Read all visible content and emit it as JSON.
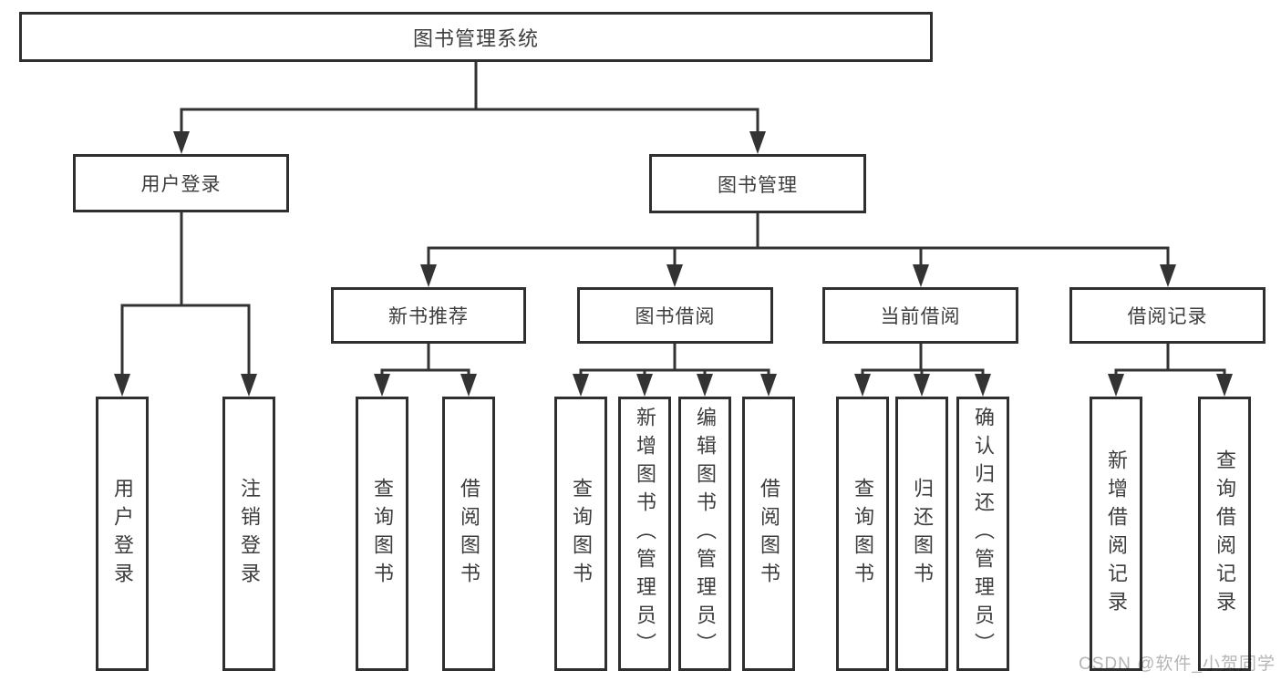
{
  "watermark": {
    "text": "CSDN @软件_小贺同学"
  },
  "colors": {
    "line": "#333333",
    "box_border": "#2f2f2f",
    "box_background": "#ffffff",
    "text": "#3d3d3d",
    "watermark": "#b5b5b5",
    "page_background": "#ffffff"
  },
  "tree": {
    "root": {
      "label": "图书管理系统"
    },
    "level2": [
      {
        "id": "user-login",
        "label": "用户登录"
      },
      {
        "id": "book-management",
        "label": "图书管理"
      }
    ],
    "level3": [
      {
        "id": "new-book-recommendation",
        "label": "新书推荐",
        "parent": "book-management"
      },
      {
        "id": "book-borrowing",
        "label": "图书借阅",
        "parent": "book-management"
      },
      {
        "id": "current-borrowing",
        "label": "当前借阅",
        "parent": "book-management"
      },
      {
        "id": "borrowing-records",
        "label": "借阅记录",
        "parent": "book-management"
      }
    ],
    "level4": [
      {
        "label": "用户登录",
        "parent": "user-login"
      },
      {
        "label": "注销登录",
        "parent": "user-login"
      },
      {
        "label": "查询图书",
        "parent": "new-book-recommendation"
      },
      {
        "label": "借阅图书",
        "parent": "new-book-recommendation"
      },
      {
        "label": "查询图书",
        "parent": "book-borrowing"
      },
      {
        "label": "新增图书（管理员）",
        "parent": "book-borrowing"
      },
      {
        "label": "编辑图书（管理员）",
        "parent": "book-borrowing"
      },
      {
        "label": "借阅图书",
        "parent": "book-borrowing"
      },
      {
        "label": "查询图书",
        "parent": "current-borrowing"
      },
      {
        "label": "归还图书",
        "parent": "current-borrowing"
      },
      {
        "label": "确认归还（管理员）",
        "parent": "current-borrowing"
      },
      {
        "label": "新增借阅记录",
        "parent": "borrowing-records"
      },
      {
        "label": "查询借阅记录",
        "parent": "borrowing-records"
      }
    ]
  }
}
